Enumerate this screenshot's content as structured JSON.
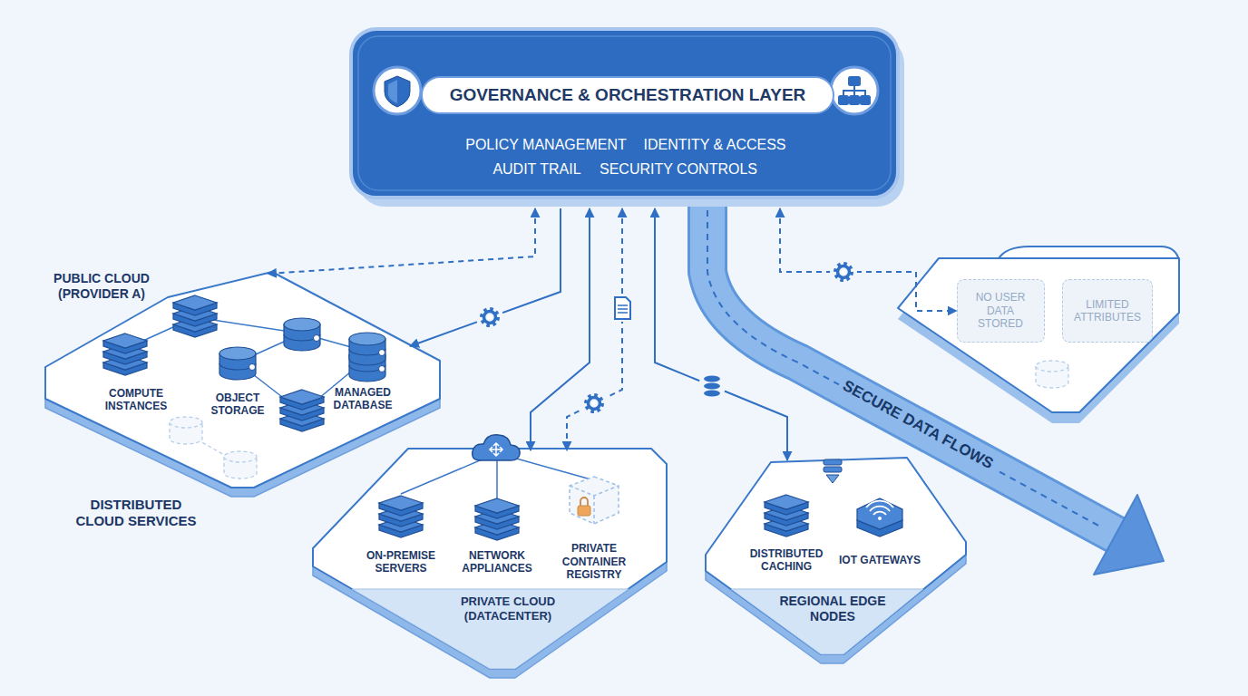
{
  "diagram": {
    "nodes": [
      {
        "text": [
          "GOVERNANCE & ORCHESTRATION LAYER",
          "POLICY MANAGEMENT",
          "IDENTITY & ACCESS",
          "AUDIT TRAIL",
          "SECURITY CONTROLS"
        ]
      },
      {
        "text": [
          "PUBLIC CLOUD (PROVIDER A)",
          "DISTRIBUTED CLOUD SERVICES"
        ]
      },
      {
        "text": [
          "COMPUTE INSTANCES"
        ],
        "in": 1
      },
      {
        "text": [
          "OBJECT STORAGE"
        ],
        "in": 1
      },
      {
        "text": [
          "MANAGED DATABASE"
        ],
        "in": 1
      },
      {
        "text": [
          "PRIVATE CLOUD (DATACENTER)"
        ]
      },
      {
        "text": [
          "ON-PREMISE SERVERS"
        ],
        "in": 5
      },
      {
        "text": [
          "NETWORK APPLIANCES"
        ],
        "in": 5
      },
      {
        "text": [
          "PRIVATE CONTAINER REGISTRY"
        ],
        "in": 5
      },
      {
        "text": [
          "REGIONAL EDGE NODES"
        ]
      },
      {
        "text": [
          "DISTRIBUTED CACHING"
        ],
        "in": 9
      },
      {
        "text": [
          "IOT GATEWAYS"
        ],
        "in": 9
      },
      {
        "text": [
          "NO USER DATA STORED"
        ]
      },
      {
        "text": [
          "LIMITED ATTRIBUTES"
        ]
      }
    ],
    "edges": [
      {
        "from": 0,
        "to": 1,
        "arrow": "both"
      },
      {
        "from": 0,
        "to": 1,
        "arrow": "to"
      },
      {
        "from": 0,
        "to": 5,
        "arrow": "both"
      },
      {
        "from": 0,
        "to": 5,
        "arrow": "both"
      },
      {
        "from": 0,
        "to": 9,
        "arrow": "both"
      },
      {
        "from": 0,
        "to": 12,
        "arrow": "both"
      }
    ],
    "labels": [
      "SECURE DATA FLOWS"
    ]
  }
}
